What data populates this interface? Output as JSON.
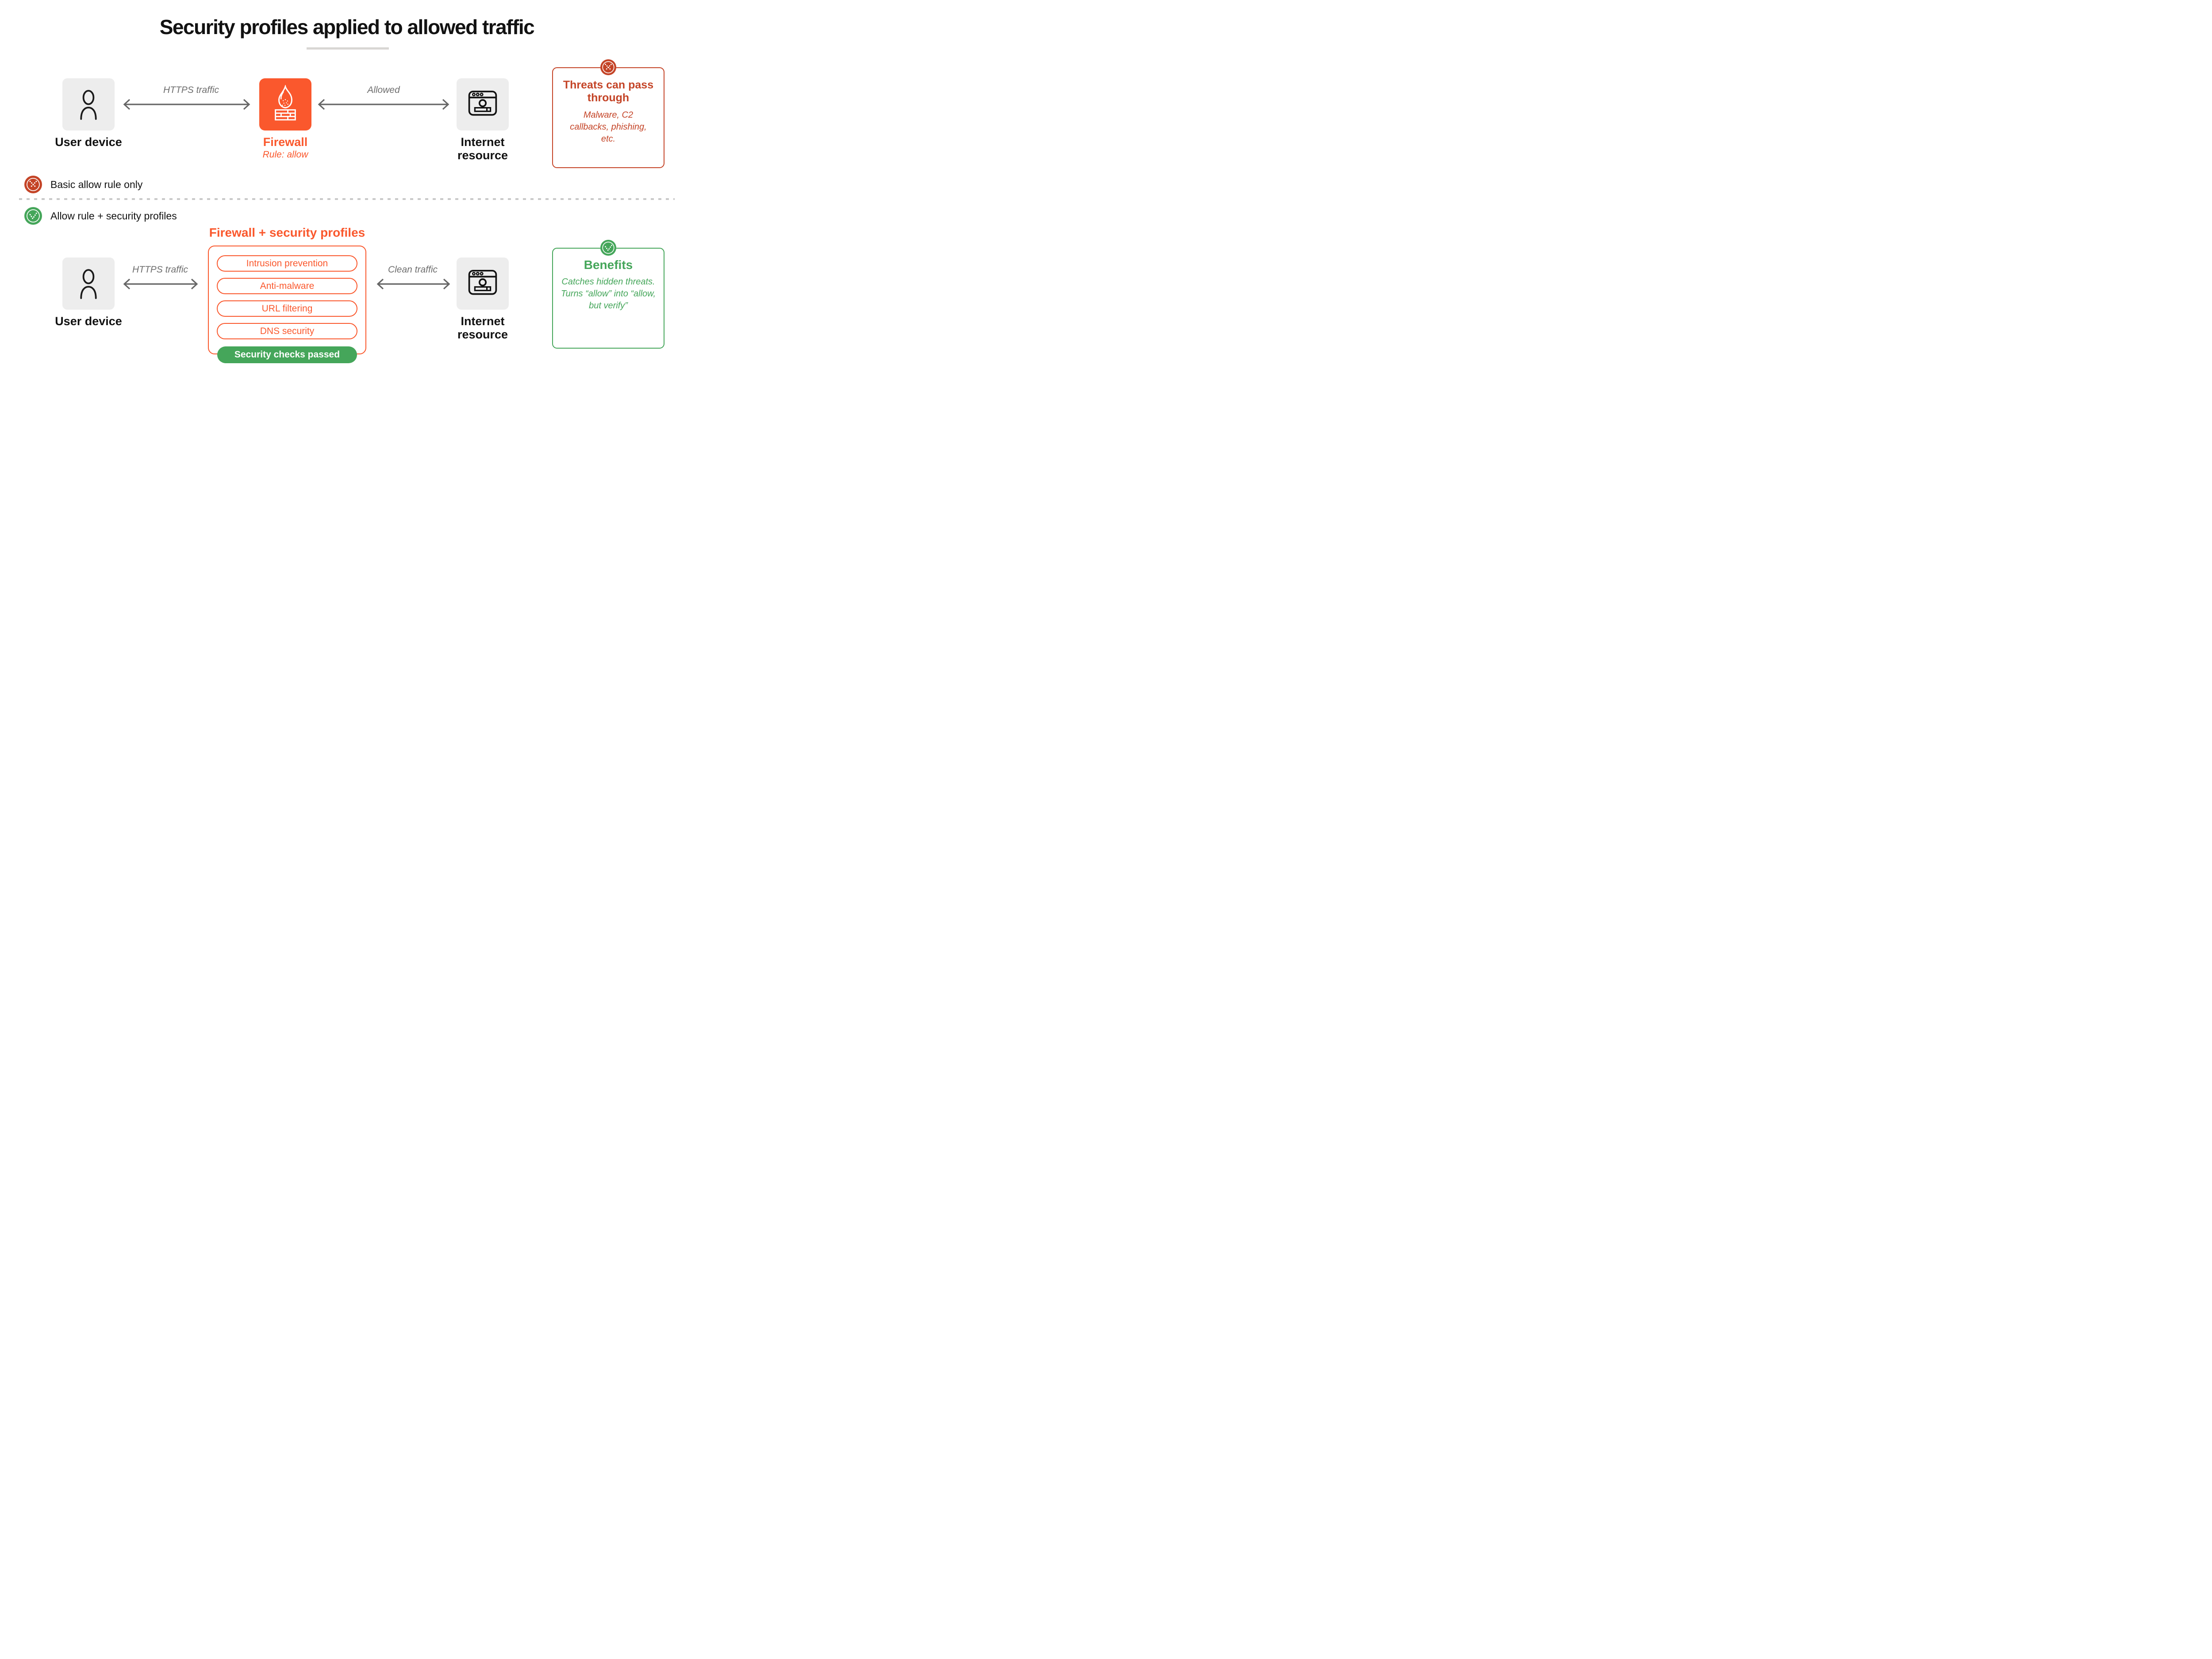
{
  "page": {
    "title": "Security profiles applied to allowed traffic"
  },
  "colors": {
    "orange": "#FA582D",
    "brick": "#C44427",
    "green": "#45A65A",
    "arrow_gray": "#666666",
    "label_gray": "#6E6E6E",
    "box_gray": "#EDEDED",
    "ink": "#121212",
    "underline": "#D8D6D4",
    "divider": "#C8C8C8"
  },
  "icons": {
    "user_device": "person-icon",
    "firewall": "flame-brick-icon",
    "internet": "browser-window-icon",
    "blocked_badge": "dotted-x-circle",
    "passed_badge": "dotted-check-circle"
  },
  "legend": {
    "basic": "Basic allow rule only",
    "profiles": "Allow rule + security profiles"
  },
  "scenario_basic": {
    "user_device_label": "User device",
    "https_label": "HTTPS traffic",
    "firewall_label": "Firewall",
    "firewall_rule": "Rule: allow",
    "allowed_label": "Allowed",
    "internet_label": "Internet resource",
    "threats": {
      "title": "Threats can pass through",
      "body": "Malware, C2 callbacks, phishing, etc."
    }
  },
  "scenario_profiles": {
    "heading": "Firewall + security profiles",
    "pills": [
      "Intrusion prevention",
      "Anti-malware",
      "URL filtering",
      "DNS security"
    ],
    "passed_label": "Security checks passed",
    "user_device_label": "User device",
    "https_label": "HTTPS traffic",
    "clean_label": "Clean traffic",
    "internet_label": "Internet resource",
    "benefits": {
      "title": "Benefits",
      "body": "Catches hidden threats. Turns “allow” into “allow, but verify”"
    }
  }
}
